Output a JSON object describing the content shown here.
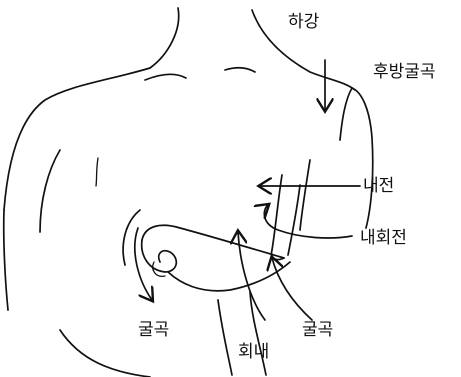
{
  "labels": {
    "descend": "하강",
    "retraction_flexion": "후방굴곡",
    "adduction": "내전",
    "medial_rotation": "내회전",
    "flexion_hand": "굴곡",
    "flexion_forearm": "굴곡",
    "pronation": "회내"
  },
  "colors": {
    "ink": "#111111",
    "background": "#ffffff"
  }
}
